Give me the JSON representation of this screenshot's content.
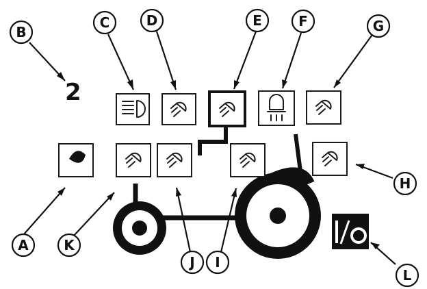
{
  "gear_number": "2",
  "io_label": "I/O",
  "callouts": {
    "A": "A",
    "B": "B",
    "C": "C",
    "D": "D",
    "E": "E",
    "F": "F",
    "G": "G",
    "H": "H",
    "I": "I",
    "J": "J",
    "K": "K",
    "L": "L"
  },
  "icons": {
    "A": "dot-indicator-icon",
    "C": "headlight-beam-icon",
    "D": "work-light-icon",
    "E": "work-light-icon",
    "F": "beacon-light-icon",
    "G": "work-light-icon",
    "H": "work-light-icon",
    "I": "work-light-icon",
    "J": "work-light-icon",
    "K": "work-light-icon",
    "L": "power-switch-icon"
  }
}
